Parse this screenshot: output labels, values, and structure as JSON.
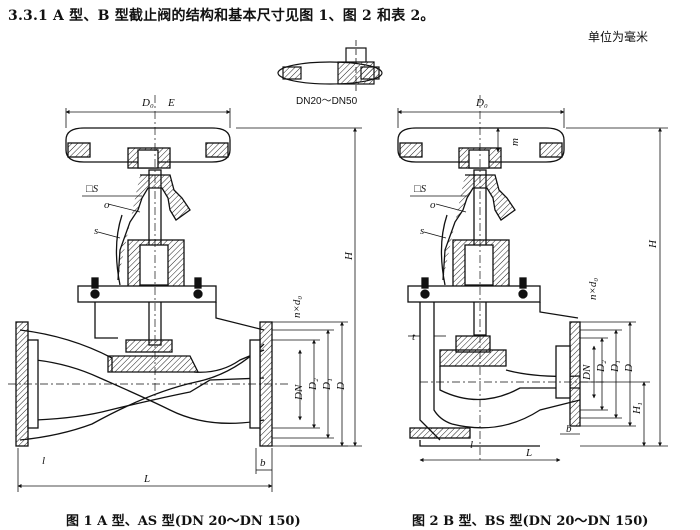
{
  "document": {
    "heading": "3.3.1  A 型、B 型截止阀的结构和基本尺寸见图 1、图 2 和表 2。",
    "unit_note": "单位为毫米"
  },
  "top_figure": {
    "label": "DN20～DN50"
  },
  "figure1": {
    "caption": "图 1   A 型、AS 型(DN 20～DN 150)",
    "labels": {
      "d0": "D₀",
      "e": "E",
      "s_square": "□S",
      "o": "o",
      "s": "s",
      "h": "H",
      "nxd0": "n×d₀",
      "dn": "DN",
      "d2": "D₂",
      "d1": "D₁",
      "d": "D",
      "l_small": "l",
      "l": "L",
      "b": "b"
    }
  },
  "figure2": {
    "caption": "图 2   B 型、BS 型(DN 20～DN 150)",
    "labels": {
      "d0": "D₀",
      "m": "m",
      "s_square": "□S",
      "o": "o",
      "s": "s",
      "h": "H",
      "h1": "H₁",
      "nxd0": "n×d₀",
      "t": "t",
      "dn": "DN",
      "d2": "D₂",
      "d1": "D₁",
      "d": "D",
      "l_small": "l",
      "l": "L",
      "b": "b"
    }
  }
}
